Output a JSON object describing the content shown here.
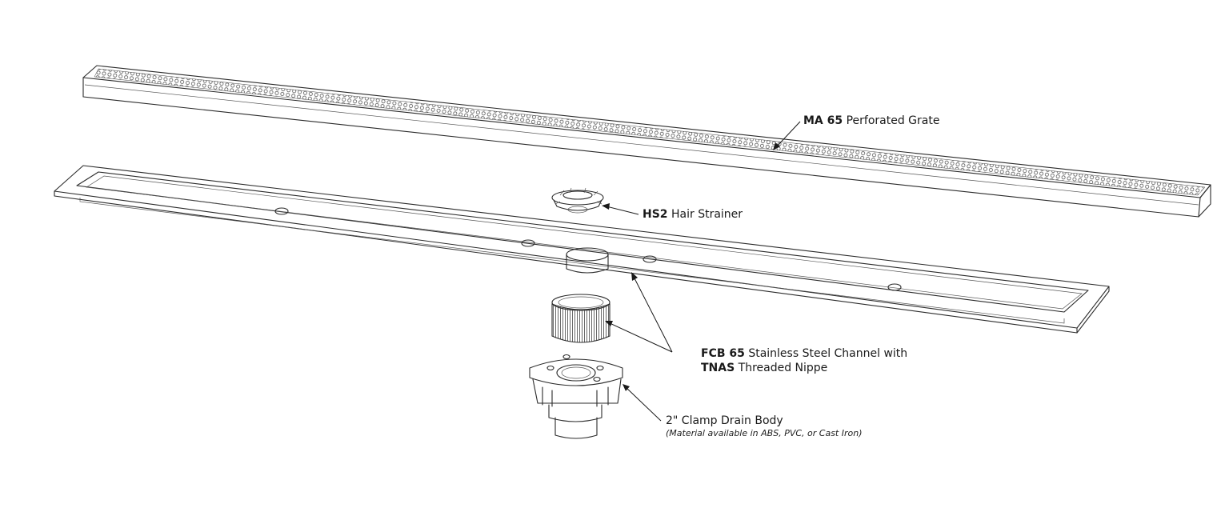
{
  "labels": {
    "grate": {
      "code": "MA 65",
      "text": "Perforated Grate"
    },
    "strainer": {
      "code": "HS2",
      "text": "Hair Strainer"
    },
    "channel": {
      "code": "FCB 65",
      "text": "Stainless Steel Channel with"
    },
    "nipple": {
      "code": "TNAS",
      "text": "Threaded Nippe"
    },
    "drain_body": {
      "title": "2\" Clamp Drain Body",
      "note": "(Material available in ABS, PVC, or Cast Iron)"
    }
  },
  "icons": [
    "perforated-grate-drawing",
    "hair-strainer-drawing",
    "channel-drawing",
    "threaded-nipple-drawing",
    "drain-body-drawing"
  ]
}
